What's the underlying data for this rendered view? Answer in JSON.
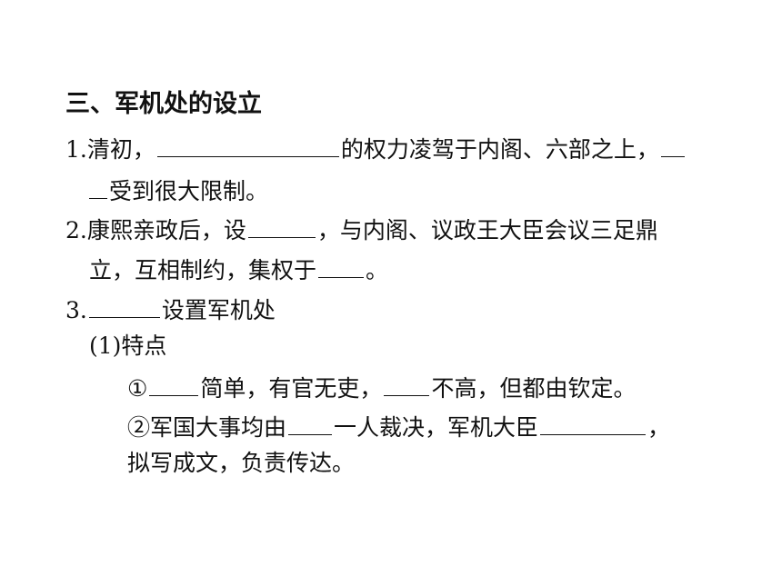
{
  "section": {
    "title": "三、军机处的设立"
  },
  "items": [
    {
      "num": "1.",
      "line1_a": "清初，",
      "line1_b": "的权力凌驾于内阁、六部之上，",
      "line2_b": "受到很大限制。"
    },
    {
      "num": "2.",
      "line1_a": "康熙亲政后，设",
      "line1_b": "，与内阁、议政王大臣会议三足鼎",
      "line2_a": "立，互相制约，集权于",
      "line2_b": "。"
    },
    {
      "num": "3.",
      "line1_b": "设置军机处",
      "sub_title": "(1)特点",
      "point1_mark": "①",
      "point1_a": "简单，有官无吏，",
      "point1_b": "不高，但都由钦定。",
      "point2_a": "②军国大事均由",
      "point2_b": "一人裁决，军机大臣",
      "point2_c": "，",
      "point2_line2": "拟写成文，负责传达。"
    }
  ]
}
